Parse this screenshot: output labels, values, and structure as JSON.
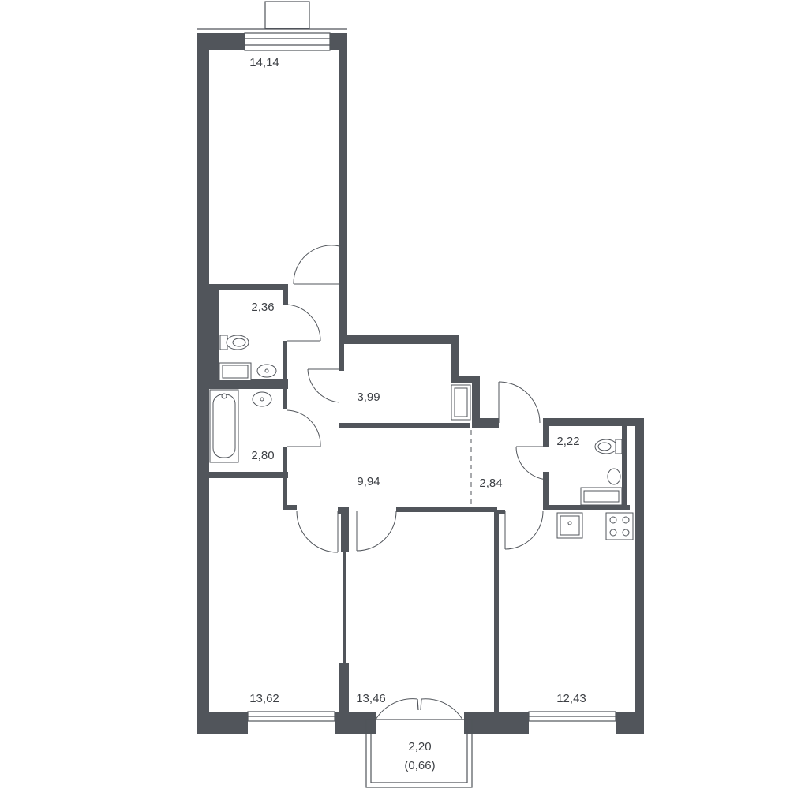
{
  "rooms": [
    {
      "id": "bedroom-top",
      "area": "14,14"
    },
    {
      "id": "wc-1",
      "area": "2,36"
    },
    {
      "id": "storage",
      "area": "3,99"
    },
    {
      "id": "bathroom",
      "area": "2,80"
    },
    {
      "id": "hallway",
      "area": "9,94"
    },
    {
      "id": "corridor",
      "area": "2,84"
    },
    {
      "id": "wc-2",
      "area": "2,22"
    },
    {
      "id": "bedroom-left",
      "area": "13,62"
    },
    {
      "id": "living-room",
      "area": "13,46"
    },
    {
      "id": "kitchen",
      "area": "12,43"
    }
  ],
  "balcony": {
    "area": "2,20",
    "reduced_area": "(0,66)"
  },
  "colors": {
    "wall": "#51555b",
    "background": "#ffffff",
    "text": "#3c3f44"
  }
}
